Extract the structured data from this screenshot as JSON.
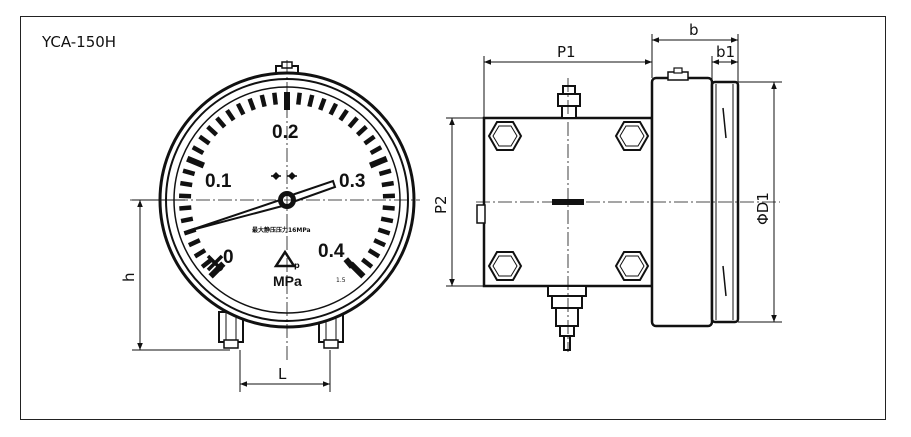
{
  "model": "YCA-150H",
  "front_view": {
    "scale_labels": [
      "0",
      "0.1",
      "0.2",
      "0.3",
      "0.4"
    ],
    "unit": "MPa",
    "fine_print": "最大静压压力16MPa",
    "fine_class": "1.5"
  },
  "dimensions": {
    "h": "h",
    "L": "L",
    "P1": "P1",
    "P2": "P2",
    "b": "b",
    "b1": "b1",
    "D1": "ΦD1"
  }
}
